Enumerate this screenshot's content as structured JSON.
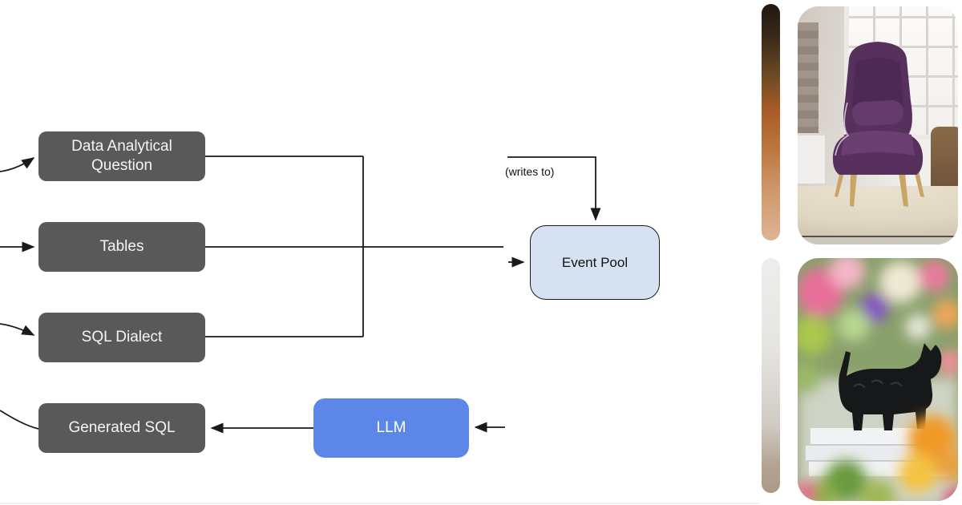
{
  "diagram": {
    "nodes": [
      {
        "id": "data-analytical-question",
        "label": "Data Analytical Question"
      },
      {
        "id": "tables",
        "label": "Tables"
      },
      {
        "id": "sql-dialect",
        "label": "SQL Dialect"
      },
      {
        "id": "generated-sql",
        "label": "Generated SQL"
      },
      {
        "id": "llm",
        "label": "LLM"
      },
      {
        "id": "event-pool",
        "label": "Event Pool"
      }
    ],
    "edge_label": "(writes to)",
    "colors": {
      "input_node_bg": "#595959",
      "input_node_text": "#f5f5f5",
      "llm_bg": "#5c87e8",
      "llm_text": "#ffffff",
      "event_pool_bg": "#d6e2f1",
      "event_pool_border": "#1a1a1a",
      "line": "#1a1a1a"
    }
  },
  "gallery": {
    "items": [
      {
        "name": "partial-photo-top"
      },
      {
        "name": "armchair-photo"
      },
      {
        "name": "partial-photo-bottom"
      },
      {
        "name": "dog-figurine-photo"
      }
    ]
  }
}
